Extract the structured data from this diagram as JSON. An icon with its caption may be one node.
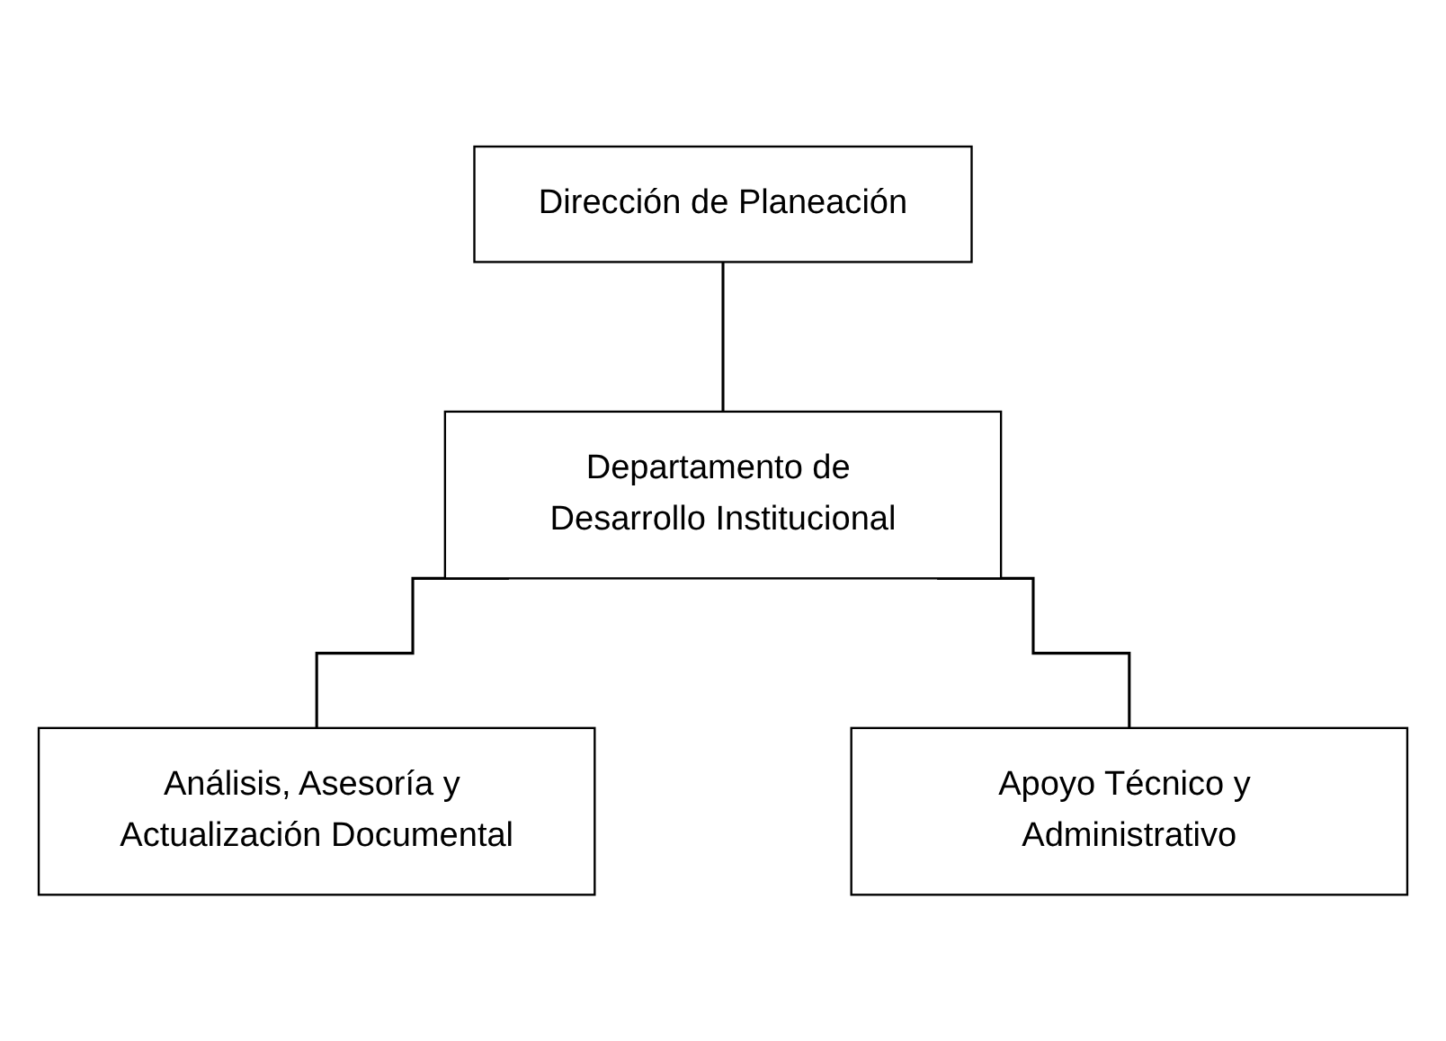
{
  "diagram": {
    "nodes": [
      {
        "text": [
          "Dirección de Planeación"
        ]
      },
      {
        "text": [
          "Departamento de Desarrollo Institucional"
        ]
      },
      {
        "text": [
          "Análisis, Asesoría y Actualización Documental"
        ]
      },
      {
        "text": [
          "Apoyo Técnico y Administrativo"
        ]
      }
    ],
    "edges": [
      {
        "from": 0,
        "to": 1,
        "arrow": "none"
      },
      {
        "from": 1,
        "to": 2,
        "arrow": "none"
      },
      {
        "from": 1,
        "to": 3,
        "arrow": "none"
      }
    ]
  }
}
